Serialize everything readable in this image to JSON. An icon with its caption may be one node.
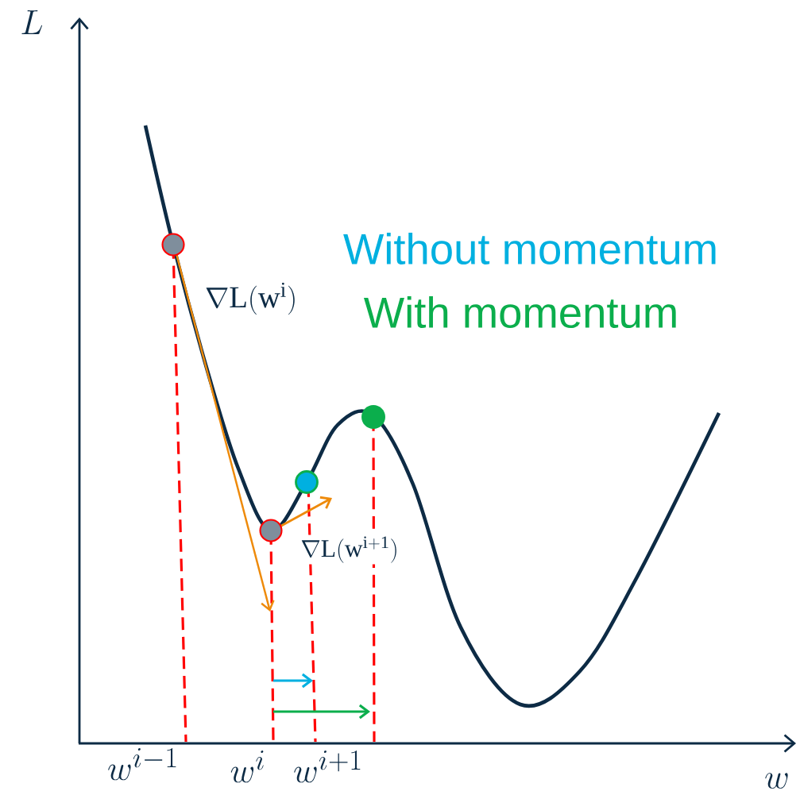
{
  "diagram": {
    "labels": [
      "L",
      "Without momentum",
      "\\nabla \\mathrm{L}(\\mathrm{w}^{\\mathrm{i}})",
      "With momentum",
      "\\nabla \\mathrm{L}(\\mathrm{w}^{\\mathrm{i+1}})",
      "w^{i-1}",
      "w^{i}",
      "w^{i+1}",
      "w"
    ]
  }
}
